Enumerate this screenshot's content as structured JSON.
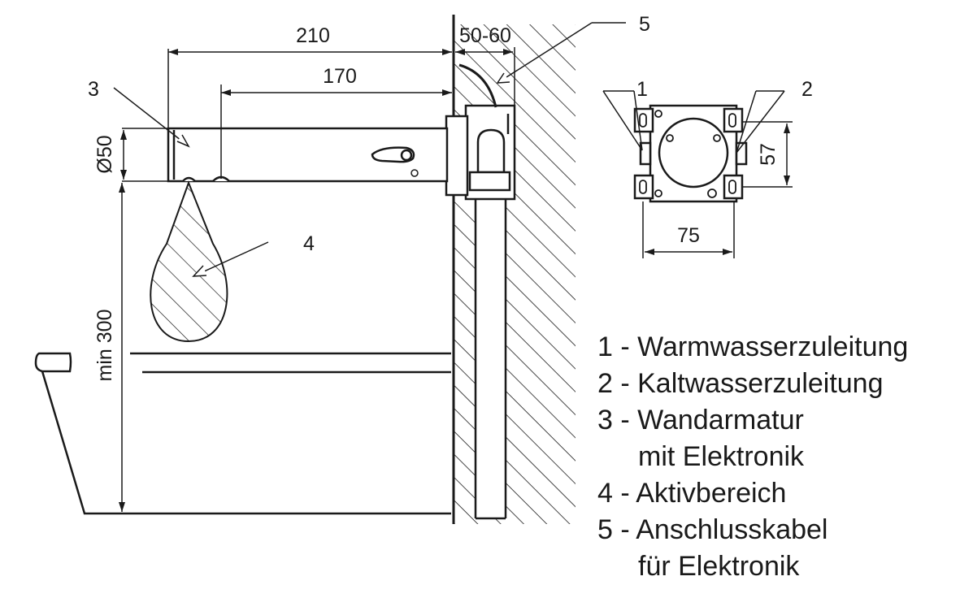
{
  "dimensions": {
    "d210": "210",
    "d170": "170",
    "d5060": "50-60",
    "d50": "Ø50",
    "dmin300": "min 300",
    "d57": "57",
    "d75": "75"
  },
  "callouts": {
    "c1": "1",
    "c2": "2",
    "c3": "3",
    "c4": "4",
    "c5": "5"
  },
  "legend": [
    {
      "line1": "1 - Warmwasserzuleitung",
      "line2": ""
    },
    {
      "line1": "2 - Kaltwasserzuleitung",
      "line2": ""
    },
    {
      "line1": "3 - Wandarmatur",
      "line2": "mit Elektronik"
    },
    {
      "line1": "4 - Aktivbereich",
      "line2": ""
    },
    {
      "line1": "5 - Anschlusskabel",
      "line2": "für Elektronik"
    }
  ],
  "colors": {
    "line": "#1a1a1a",
    "background": "#ffffff"
  }
}
